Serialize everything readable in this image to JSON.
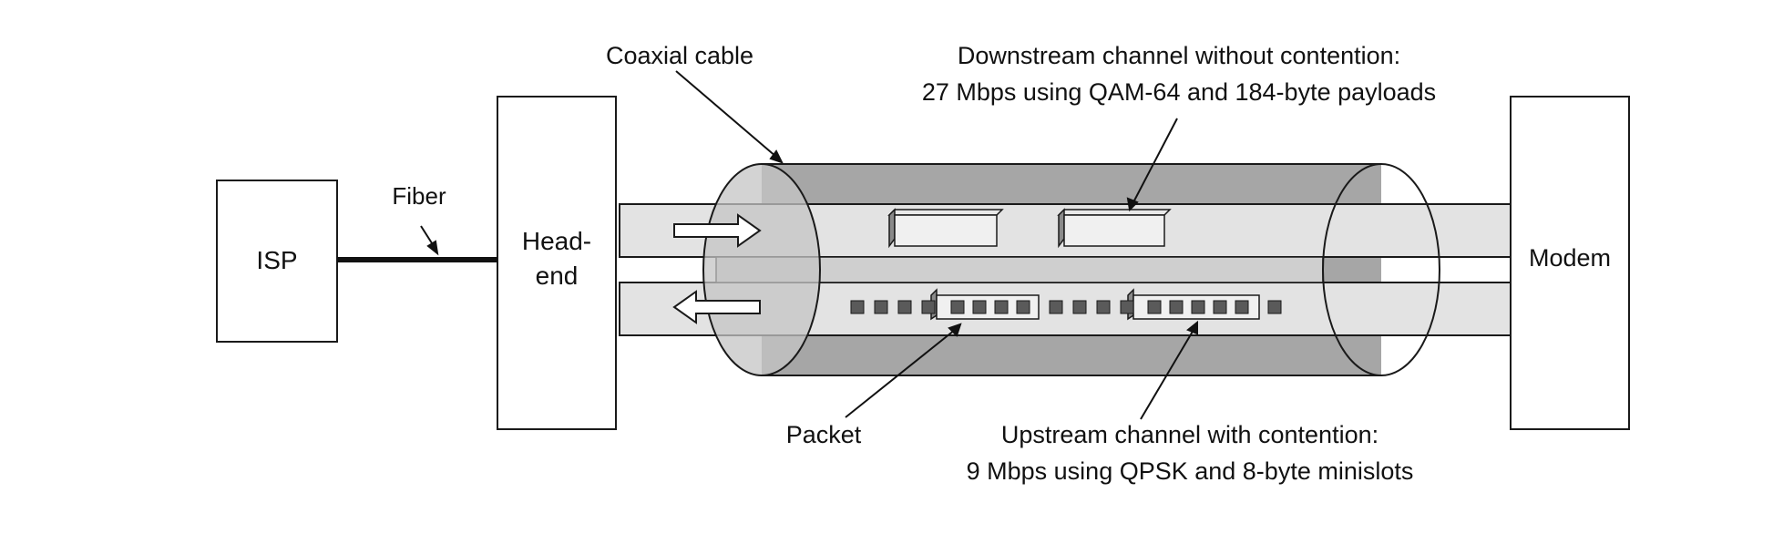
{
  "labels": {
    "coax": "Coaxial cable",
    "fiber": "Fiber",
    "isp": "ISP",
    "headend_line1": "Head-",
    "headend_line2": "end",
    "modem": "Modem",
    "packet": "Packet",
    "downstream_line1": "Downstream channel without contention:",
    "downstream_line2": "27 Mbps using QAM-64 and 184-byte payloads",
    "upstream_line1": "Upstream channel with contention:",
    "upstream_line2": "9 Mbps using QPSK and 8-byte minislots"
  },
  "colors": {
    "stroke": "#1a1a1a",
    "cable_body": "#a6a6a6",
    "cable_end": "#c4c4c4",
    "channel_band": "#e3e3e3",
    "slot": "#5a5a5a",
    "packet_face": "#f0f0f0",
    "packet_side": "#8a8a8a"
  }
}
